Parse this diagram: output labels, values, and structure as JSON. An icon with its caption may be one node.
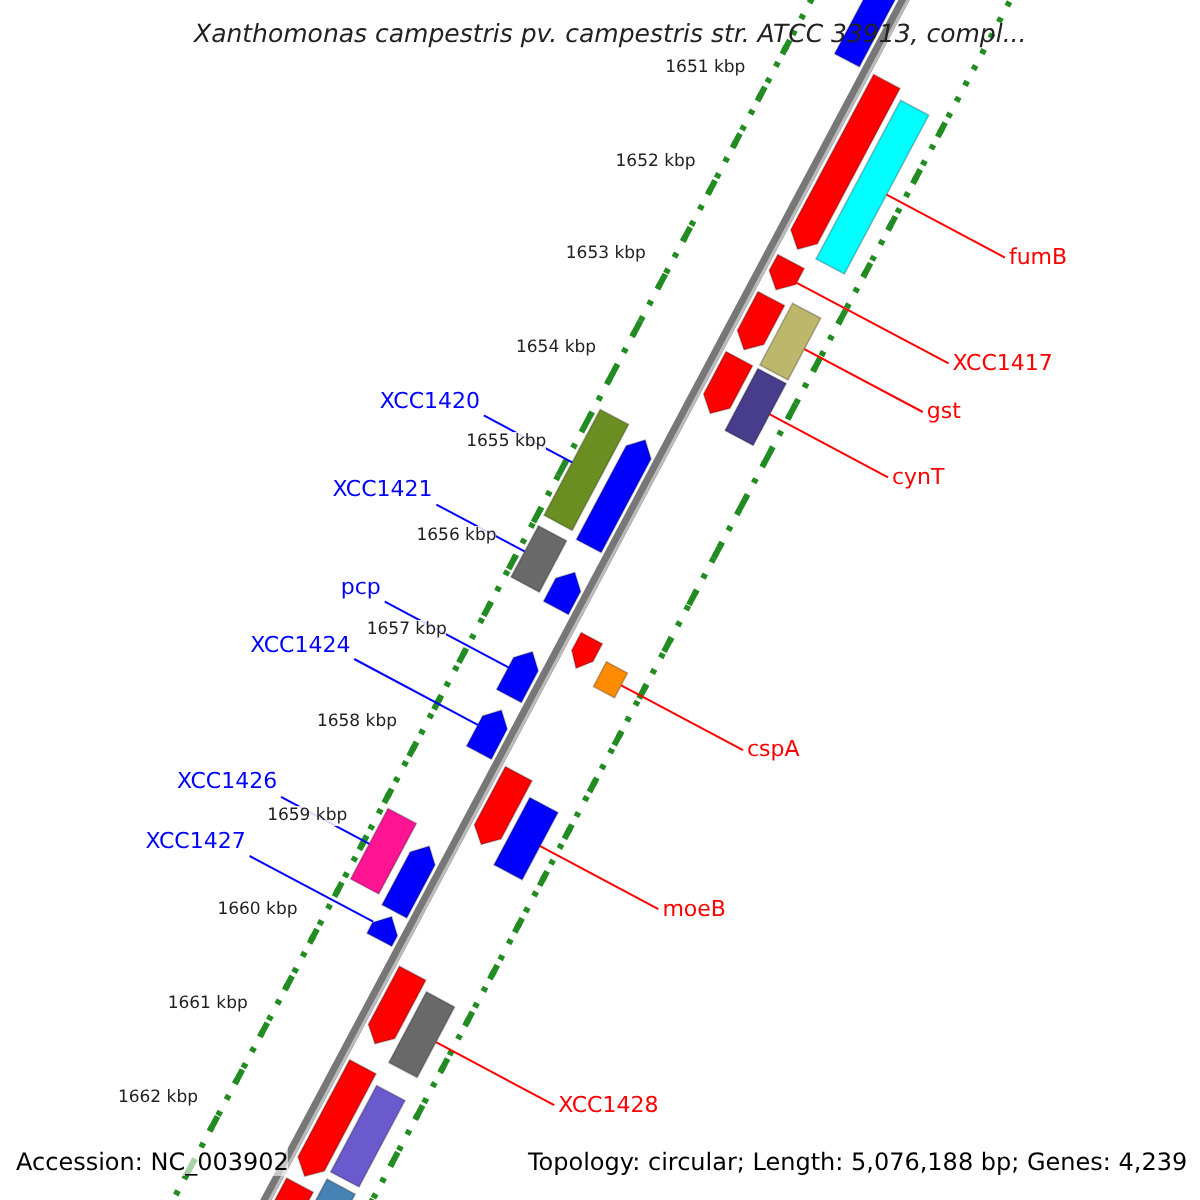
{
  "diagram": {
    "title": "Xanthomonas campestris pv. campestris str. ATCC 33913, compl...",
    "nodes": [
      {
        "text": [
          "fumB"
        ]
      },
      {
        "text": [],
        "shape": "bar"
      },
      {
        "text": [
          "XCC1417"
        ]
      },
      {
        "text": [],
        "shape": "pentagon"
      },
      {
        "text": [
          "gst"
        ]
      },
      {
        "text": [],
        "shape": "bar"
      },
      {
        "text": [
          "cynT"
        ]
      },
      {
        "text": [],
        "shape": "bar"
      },
      {
        "text": [
          "cspA"
        ]
      },
      {
        "text": [],
        "shape": "bar"
      },
      {
        "text": [
          "moeB"
        ]
      },
      {
        "text": [],
        "shape": "bar"
      },
      {
        "text": [
          "XCC1428"
        ]
      },
      {
        "text": [],
        "shape": "bar"
      },
      {
        "text": [
          "XCC1420"
        ]
      },
      {
        "text": [],
        "shape": "bar"
      },
      {
        "text": [
          "XCC1421"
        ]
      },
      {
        "text": [],
        "shape": "bar"
      },
      {
        "text": [
          "pcp"
        ]
      },
      {
        "text": [],
        "shape": "pentagon"
      },
      {
        "text": [
          "XCC1424"
        ]
      },
      {
        "text": [],
        "shape": "pentagon"
      },
      {
        "text": [
          "XCC1426"
        ]
      },
      {
        "text": [],
        "shape": "bar"
      },
      {
        "text": [
          "XCC1427"
        ]
      },
      {
        "text": [],
        "shape": "pentagon"
      },
      {
        "text": [],
        "shape": "pentagon"
      },
      {
        "text": [],
        "shape": "pentagon"
      },
      {
        "text": [],
        "shape": "pentagon"
      },
      {
        "text": [],
        "shape": "pentagon"
      },
      {
        "text": [],
        "shape": "pentagon"
      },
      {
        "text": [],
        "shape": "pentagon"
      },
      {
        "text": [],
        "shape": "pentagon"
      },
      {
        "text": [],
        "shape": "pentagon"
      },
      {
        "text": [],
        "shape": "pentagon"
      },
      {
        "text": [],
        "shape": "pentagon"
      },
      {
        "text": [],
        "shape": "pentagon"
      },
      {
        "text": [],
        "shape": "bar"
      },
      {
        "text": [],
        "shape": "pentagon"
      },
      {
        "text": [],
        "shape": "bar"
      }
    ],
    "edges": [
      {
        "from": 0,
        "to": 1,
        "arrow": "none"
      },
      {
        "from": 2,
        "to": 3,
        "arrow": "none"
      },
      {
        "from": 4,
        "to": 5,
        "arrow": "none"
      },
      {
        "from": 6,
        "to": 7,
        "arrow": "none"
      },
      {
        "from": 8,
        "to": 9,
        "arrow": "none"
      },
      {
        "from": 10,
        "to": 11,
        "arrow": "none"
      },
      {
        "from": 12,
        "to": 13,
        "arrow": "none"
      },
      {
        "from": 14,
        "to": 15,
        "arrow": "none",
        "color": "#0000ff"
      },
      {
        "from": 16,
        "to": 17,
        "arrow": "none",
        "color": "#0000ff"
      },
      {
        "from": 18,
        "to": 19,
        "arrow": "none",
        "color": "#0000ff"
      },
      {
        "from": 20,
        "to": 21,
        "arrow": "none",
        "color": "#0000ff"
      },
      {
        "from": 22,
        "to": 23,
        "arrow": "none",
        "color": "#0000ff"
      },
      {
        "from": 24,
        "to": 25,
        "arrow": "none",
        "color": "#0000ff"
      }
    ],
    "labels": [
      "1651 kbp",
      "1652 kbp",
      "1653 kbp",
      "1654 kbp",
      "1655 kbp",
      "1656 kbp",
      "1657 kbp",
      "1658 kbp",
      "1659 kbp",
      "1660 kbp",
      "1661 kbp",
      "1662 kbp",
      "Accession: NC_003902",
      "Topology: circular; Length: 5,076,188 bp; Genes: 4,239"
    ]
  }
}
